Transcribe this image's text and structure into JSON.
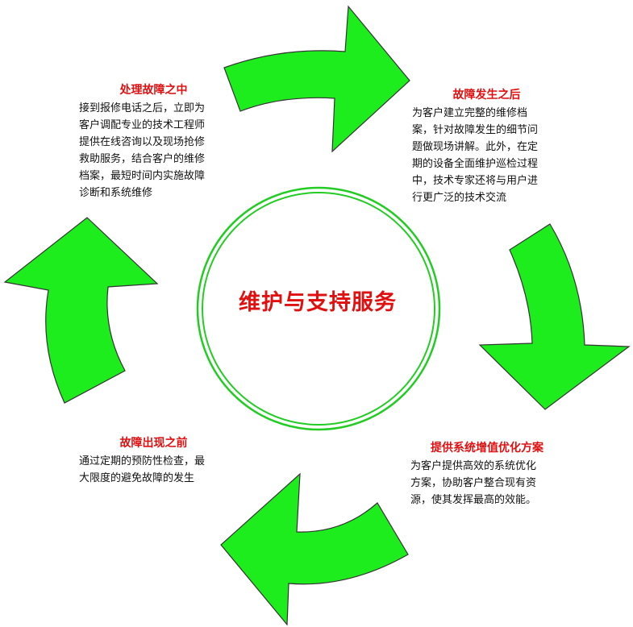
{
  "center": {
    "title": "维护与支持服务"
  },
  "colors": {
    "arrow_fill": "#1ded1d",
    "arrow_stroke": "#333333",
    "ring": "#22cc22",
    "title_red": "#e01010"
  },
  "blocks": {
    "during": {
      "title": "处理故障之中",
      "body": "接到报修电话之后，立即为\n客户调配专业的技术工程师\n提供在线咨询以及现场抢修\n救助服务，结合客户的维修\n档案，最短时间内实施故障\n诊断和系统维修"
    },
    "after": {
      "title": "故障发生之后",
      "body": "为客户建立完整的维修档\n案，针对故障发生的细节问\n题做现场讲解。此外，在定\n期的设备全面维护巡检过程\n中，技术专家还将与用户进\n行更广泛的技术交流"
    },
    "before": {
      "title": "故障出现之前",
      "body": "通过定期的预防性检查，最\n大限度的避免故障的发生"
    },
    "value": {
      "title": "提供系统增值优化方案",
      "body": "为客户提供高效的系统优化\n方案，协助客户整合现有资\n源，使其发挥最高的效能。"
    }
  }
}
